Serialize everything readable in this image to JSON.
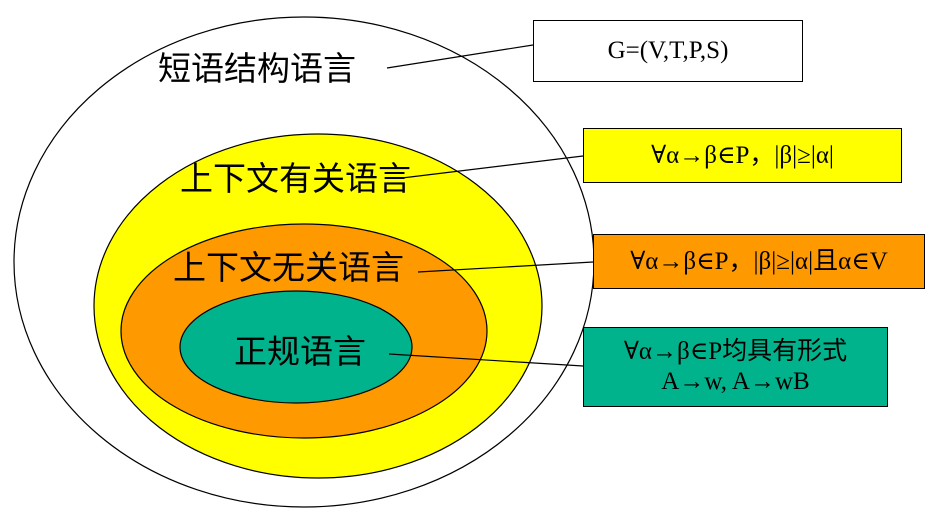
{
  "colors": {
    "background": "#ffffff",
    "outer_fill": "#ffffff",
    "csl_fill": "#ffff00",
    "cfl_fill": "#ff9900",
    "regular_fill": "#00b38c",
    "stroke": "#000000"
  },
  "languages": {
    "phrase_structure": "短语结构语言",
    "context_sensitive": "上下文有关语言",
    "context_free": "上下文无关语言",
    "regular": "正规语言"
  },
  "definitions": {
    "phrase_structure": "G=(V,T,P,S)",
    "context_sensitive": "∀α→β∈P，|β|≥|α|",
    "context_free": "∀α→β∈P，|β|≥|α|且α∈V",
    "regular_line1": "∀α→β∈P均具有形式",
    "regular_line2": "A→w, A→wB"
  }
}
